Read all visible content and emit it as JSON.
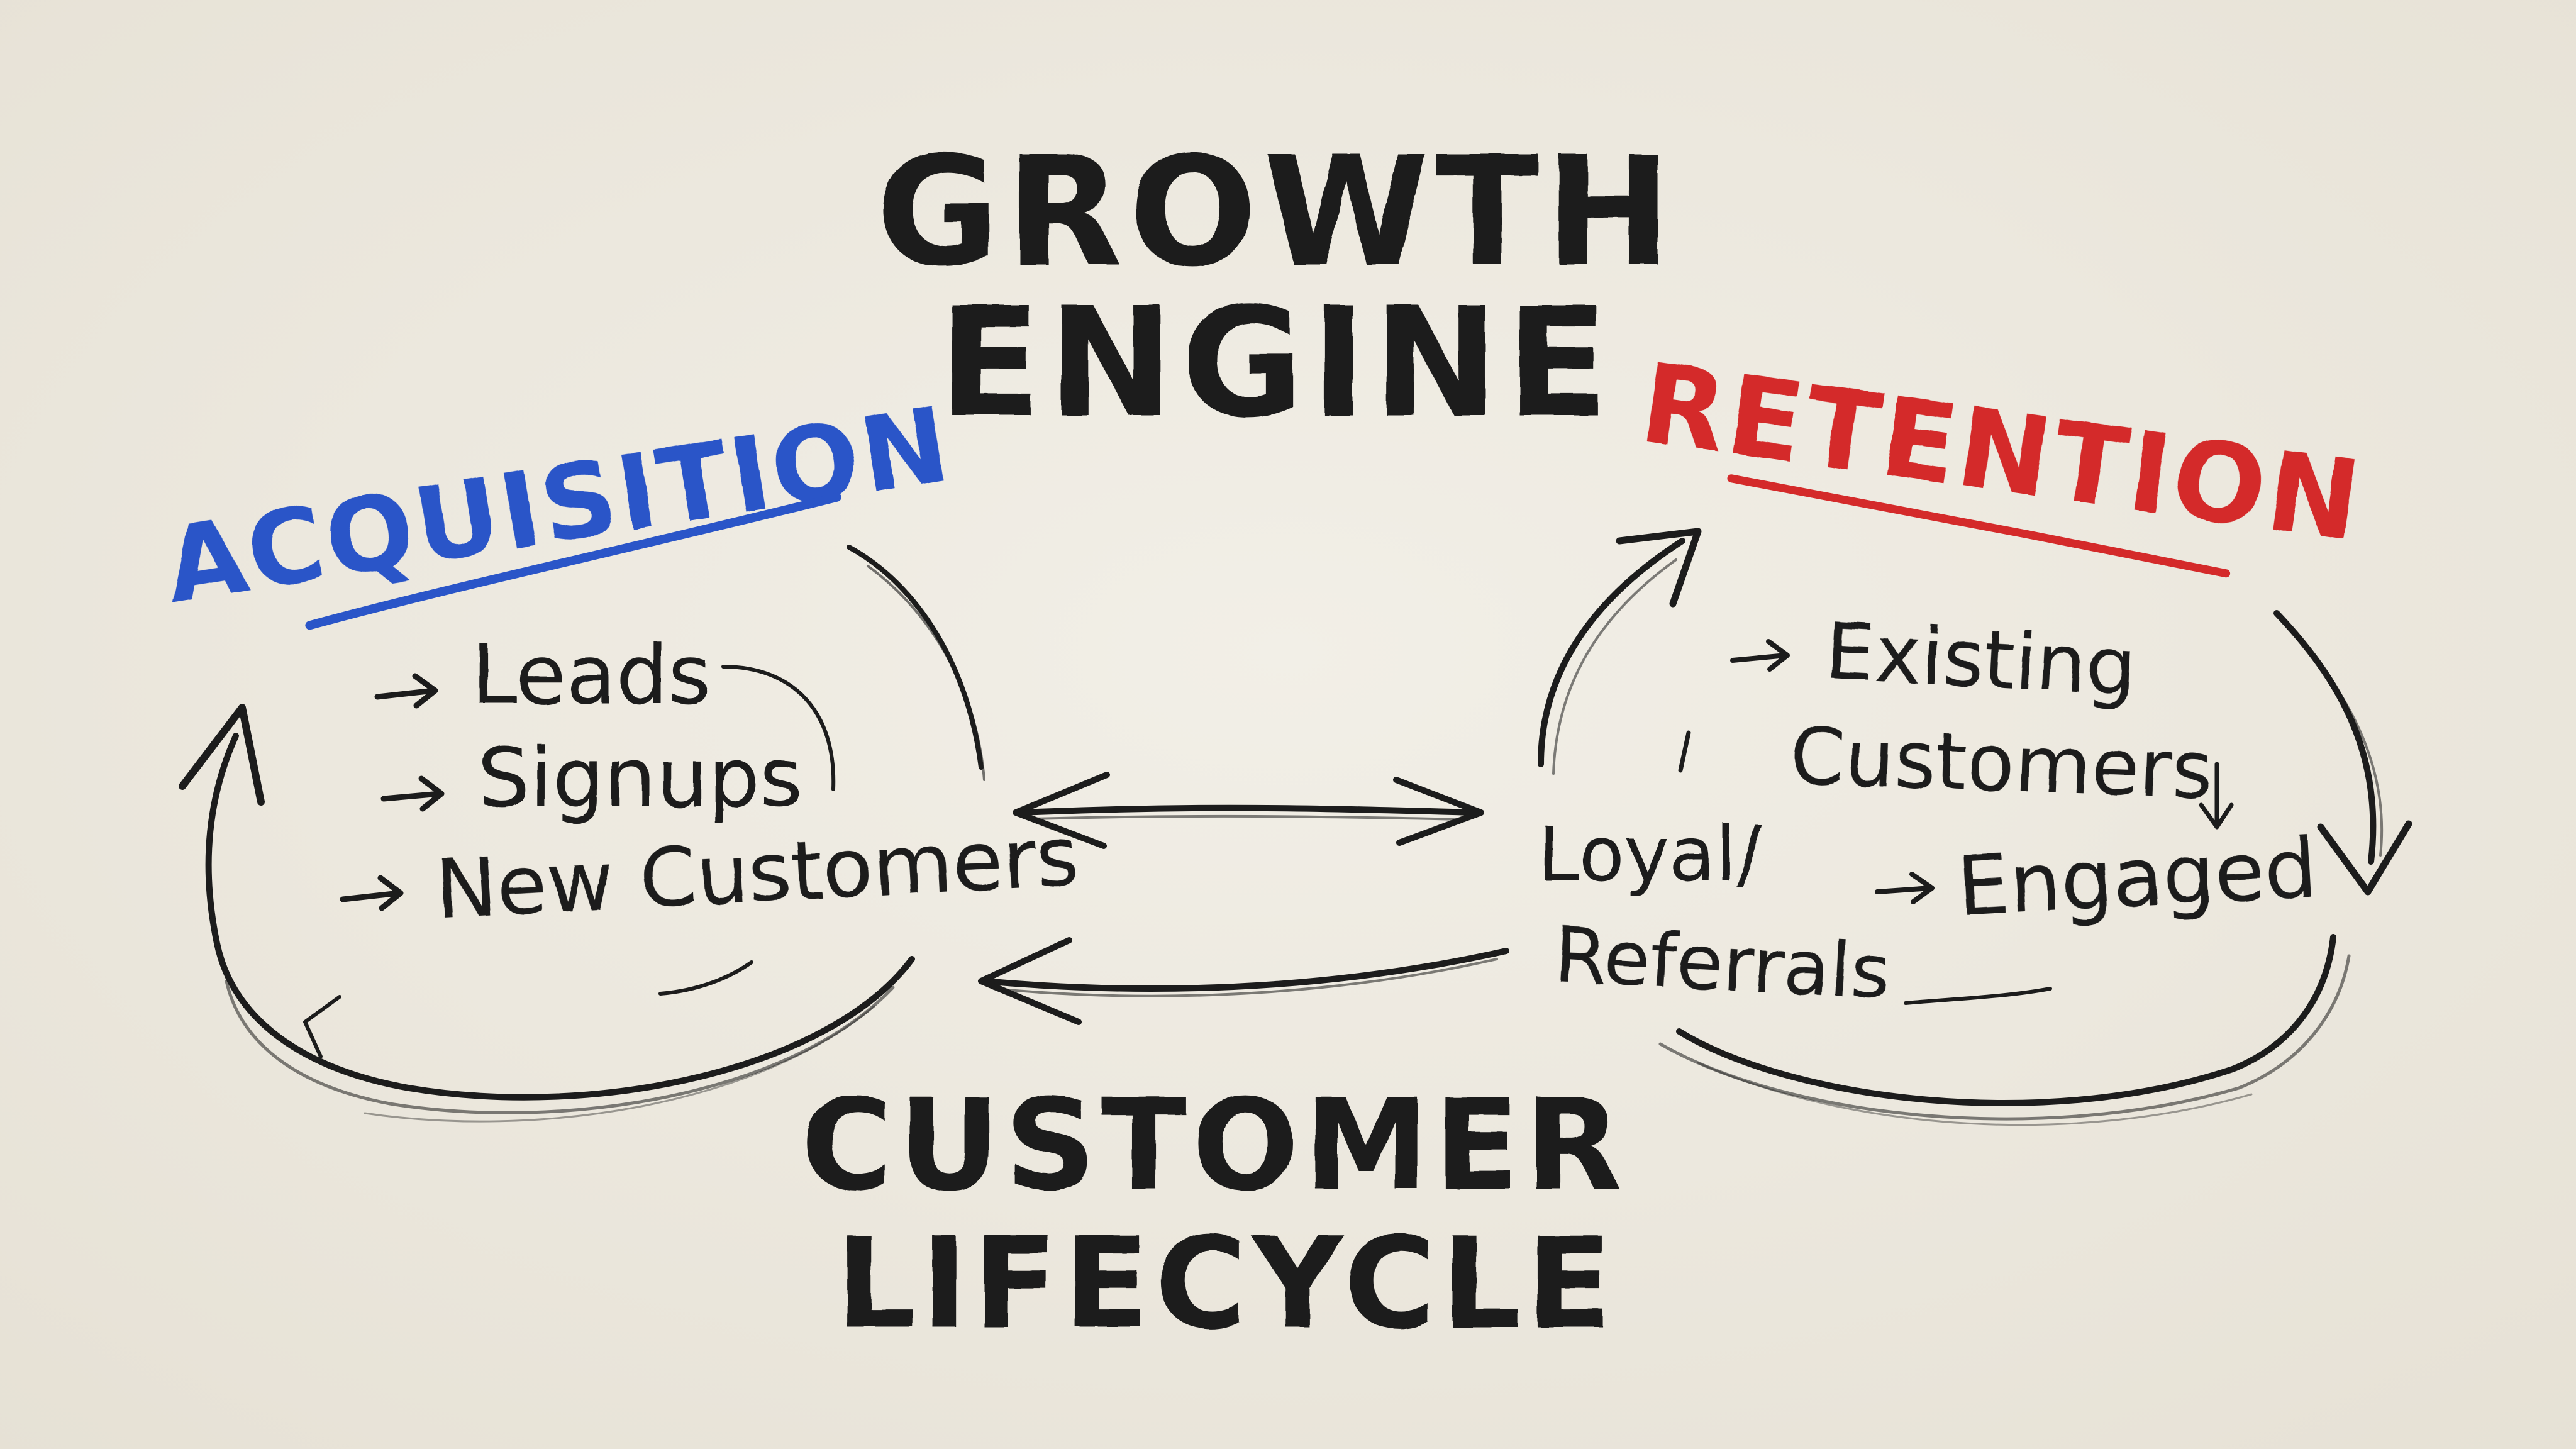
{
  "diagram": {
    "title_line1": "GROWTH",
    "title_line2": "ENGINE",
    "acquisition": {
      "heading": "ACQUISITION",
      "items": [
        "Leads",
        "Signups",
        "New Customers"
      ]
    },
    "retention": {
      "heading": "RETENTION",
      "items": [
        "Existing",
        "Customers",
        "Engaged",
        "Loyal/",
        "Referrals"
      ]
    },
    "footer_line1": "CUSTOMER",
    "footer_line2": "LIFECYCLE",
    "colors": {
      "background": "#efebe2",
      "ink": "#1c1c1c",
      "acquisition": "#2a55c8",
      "retention": "#d42a2a"
    }
  }
}
